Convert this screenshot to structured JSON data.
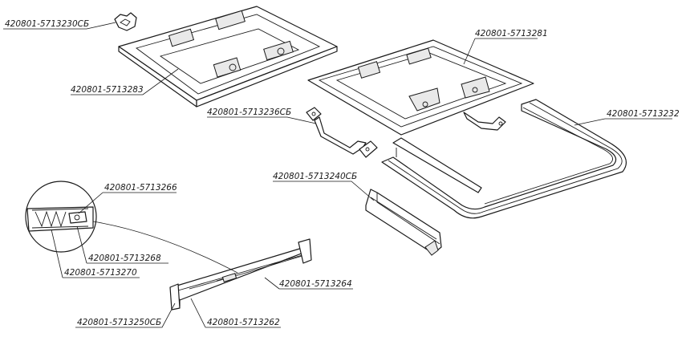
{
  "callouts": {
    "c01": "420801-5713230СБ",
    "c02": "420801-5713283",
    "c03": "420801-5713281",
    "c04": "420801-5713236СБ",
    "c05": "420801-5713232",
    "c06": "420801-5713240СБ",
    "c07": "420801-5713266",
    "c08": "420801-5713268",
    "c09": "420801-5713270",
    "c10": "420801-5713264",
    "c11": "420801-5713250СБ",
    "c12": "420801-5713262"
  }
}
